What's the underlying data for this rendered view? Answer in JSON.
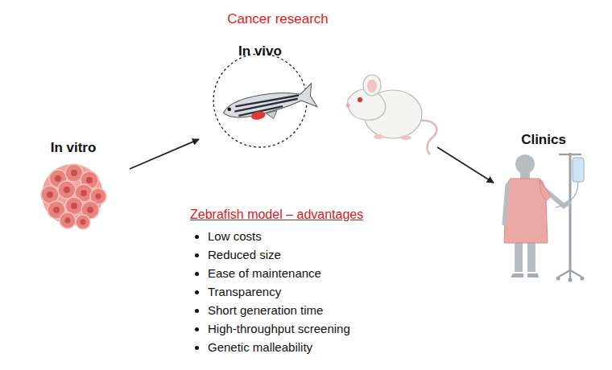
{
  "diagram": {
    "title": "Cancer research",
    "nodes": [
      {
        "text": [
          "In vitro"
        ]
      },
      {
        "text": [
          "In vivo"
        ]
      },
      {
        "text": [
          "Clinics"
        ]
      }
    ],
    "edges": [
      {
        "from": 0,
        "to": 1,
        "arrow": "to"
      },
      {
        "from": 1,
        "to": 2,
        "arrow": "to"
      }
    ],
    "labels": [
      "Zebrafish model – advantages",
      "Low costs",
      "Reduced size",
      "Ease of maintenance",
      "Transparency",
      "Short generation time",
      "High-throughput screening",
      "Genetic malleability"
    ]
  }
}
